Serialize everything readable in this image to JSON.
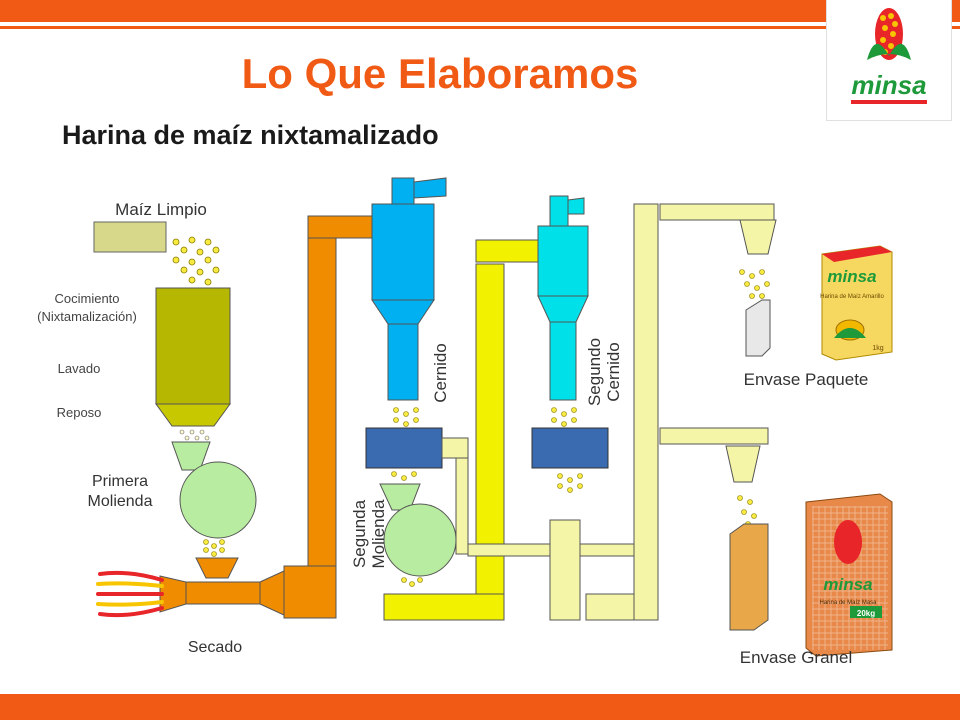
{
  "header": {
    "title": "Lo Que Elaboramos",
    "subtitle": "Harina de maíz nixtamalizado",
    "logo_text": "minsa"
  },
  "labels": {
    "maiz_limpio": "Maíz Limpio",
    "cocimiento_1": "Cocimiento",
    "cocimiento_2": "(Nixtamalización)",
    "lavado": "Lavado",
    "reposo": "Reposo",
    "primera_1": "Primera",
    "primera_2": "Molienda",
    "secado": "Secado",
    "segunda_1": "Segunda",
    "segunda_2": "Molienda",
    "cernido": "Cernido",
    "segundo_1": "Segundo",
    "segundo_2": "Cernido",
    "envase_paquete": "Envase Paquete",
    "envase_granel": "Envase Granel"
  },
  "packages": {
    "paquete_brand": "minsa",
    "paquete_product": "Harina de Maíz Amarillo",
    "paquete_weight": "1kg",
    "granel_brand": "minsa",
    "granel_product": "Harina de Maíz Masa",
    "granel_weight": "20kg"
  },
  "colors": {
    "accent": "#f05a14",
    "orange_pipe": "#f08c00",
    "yellow_pipe": "#f2f200",
    "cream_pipe": "#f5f5a8",
    "olive_tank": "#b5b700",
    "blue_cyclone": "#00b0f0",
    "cyan_cyclone": "#00e0e8",
    "green_mill": "#b8eca0",
    "blue_sifter": "#3a6ab0"
  }
}
